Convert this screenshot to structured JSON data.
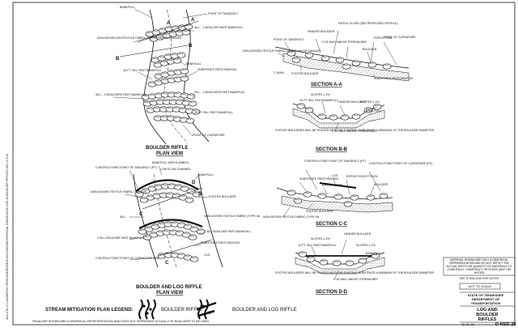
{
  "side_stamp": "\\\\NA-STA-10.2.4\\USERS\\HYDRO\\SHARED\\DESIGN\\STANDARDS\\SPECIAL DRAWINGS\\D-NSD-28 BOULDER RIFFLES.DGN 11/1/16",
  "plan1": {
    "title1": "BOULDER RIFFLE",
    "title2": "PLAN VIEW",
    "labels": {
      "bankfull_top": "BANKFULL",
      "point_of_tangency": "POINT OF TANGENCY",
      "a_marker": "A",
      "a_marker2": "A",
      "b_marker": "B",
      "b_marker2": "B",
      "sill_1": "SILL - 1 BOULDER PAST BANKFULL",
      "nonwoven": "NON-WOVEN GEOTEXTILE FABRIC (US 270 HM OR SIMILAR)",
      "bankfull_mid": "BANKFULL",
      "tenft_sill": "10 FT. SILL PAST BANKFULL",
      "substrate1": "SUBSTRATE RESTORATION",
      "sill_2_left": "SILL - 2 BOULDERS PAST BANKFULL",
      "sill_2_right": "SILL - 2 BOULDERS PAST BANKFULL",
      "tenft_sill2": "10 FT. SILL PAST BANKFULL",
      "point_of_curvature": "POINT OF CURVATURE"
    }
  },
  "plan2": {
    "title1": "BOULDER AND LOG RIFFLE",
    "title2": "PLAN VIEW",
    "labels": {
      "bankfull_width": "BANKFULL WIDTH (WBKF)",
      "low_flow": "LOW FLOW CHANNEL",
      "bankfull": "BANKFULL",
      "cp_tangency": "CONTROL POINT POINT OF TANGENCY (PT)",
      "nonwoven": "NON-WOVEN TEXTILE FABRIC (TYPE III)",
      "d_marker": "D",
      "d_marker2": "D",
      "footer": "FOOTER BOULDER",
      "sill": "SILL",
      "nonwoven2": "NON-WOVEN TEXTILE FABRIC (TYPE III)",
      "one_sill": "1 SILL BOULDER PAST BANKFULL",
      "three_sill": "3 SILL BOULDER PAST BANKFULL",
      "substrate": "SUBSTRATE RESTORATION",
      "cp_curvature": "CONTROL POINT POINT OF CURVATURE (PC)",
      "c_marker": "C",
      "c_marker2": "C",
      "log": "LOG"
    }
  },
  "secA": {
    "title": "SECTION A-A",
    "labels": {
      "header": "HEADER BOULDER",
      "riffle_slope": "RIFFLE SLOPE (SEE PROPOSED PROFILE)",
      "point_tangency": "POINT OF TANGENCY",
      "max_above": "0.15' MAX. ABOVE STREAM BED",
      "riffle_pool": "RIFFLE POOL",
      "point_curvature": "POINT OF CURVATURE",
      "nonwoven": "NON-WOVEN TEXTILE FABRIC (US 270 HM OR SIMILAR)",
      "boulder": "BOULDER",
      "min": "2' (MIN)",
      "footer": "FOOTER BOULDER",
      "substrate": "SUBSTRATE RESTORATION"
    }
  },
  "secB": {
    "title": "SECTION B-B",
    "labels": {
      "slopes_top": "SLOPES 1-2%",
      "tenft": "10 FT. SILL PAST BANKFULL",
      "header": "HEADER BOULDER",
      "slopes_right": "SLOPES 1-2%",
      "bankfull": "BANKFULL",
      "max_above": "0.15' MAX. ABOVE STREAM BED",
      "footer_note": "FOOTER BOULDERS WILL BE PLACED INTO THE EXISTING SUBSTRATE A MINIMUM OF THE BOULDER DIAMETER"
    }
  },
  "secC": {
    "title": "SECTION C-C",
    "labels": {
      "cp_tangency": "CONTROL POINT POINT OF TANGENCY (PT)",
      "cp_curvature": "CONTROL POINT POINT OF CURVATURE (PC)",
      "log": "LOG",
      "substrate": "SUBSTRATE RESTORATION",
      "riffle_pocket": "RIFFLE POCKET POOL",
      "riffle_slope": "RIFFLE SLOPE",
      "boulder": "BOULDER",
      "nonwoven": "NON-WOVEN TEXTILE FABRIC (TYPE III)",
      "footer": "FOOTER BOULDER"
    }
  },
  "secD": {
    "title": "SECTION D-D",
    "labels": {
      "header": "HEADER BOULDER",
      "slopes_top": "SLOPES 1-2%",
      "tenft": "10 FT. SILL PAST BANKFULL",
      "slopes_right": "SLOPES 1-2%",
      "bankfull": "BANKFULL",
      "footer_note": "FOOTER BOULDERS WILL BE PLACED INTO THE EXISTING SUBSTRATE A MINIMUM OF THE BOULDER DIAMETER",
      "max_above": "0.15' MAX. ABOVE STREAM BED"
    }
  },
  "legend": {
    "title": "STREAM MITIGATION PLAN LEGEND:",
    "boulder_riffle": "BOULDER RIFFLE",
    "boulder_log_riffle": "BOULDER AND LOG RIFFLE"
  },
  "footnote": "*BOULDER SHOWN ARE A GRAPHICAL REPRESENTATION AND DOES NOT REPRESENT ACTUAL # OF BOULDERS TO BE USED.",
  "title_block": {
    "note": "MATERIAL SHOWN ARE ONLY A GRAPHICAL REPRESENTATION AND DO NOT DEPICT THE ACTUAL DEPTH OR QUANTITY OF MATERIALS TO CONSTRUCT. CONSTRUCT OR ETHER (SEE THE NOTES)",
    "note2": "SEE D-NSD-29A FOR NOTES",
    "not_to_scale": "NOT TO SCALE",
    "state1": "STATE OF TENNESSEE",
    "state2": "DEPARTMENT OF",
    "state3": "TRANSPORTATION",
    "sheet_title1": "LOG AND",
    "sheet_title2": "BOULDER",
    "sheet_title3": "RIFFLES",
    "date": "11-01-16",
    "number": "D-NSD-28"
  }
}
